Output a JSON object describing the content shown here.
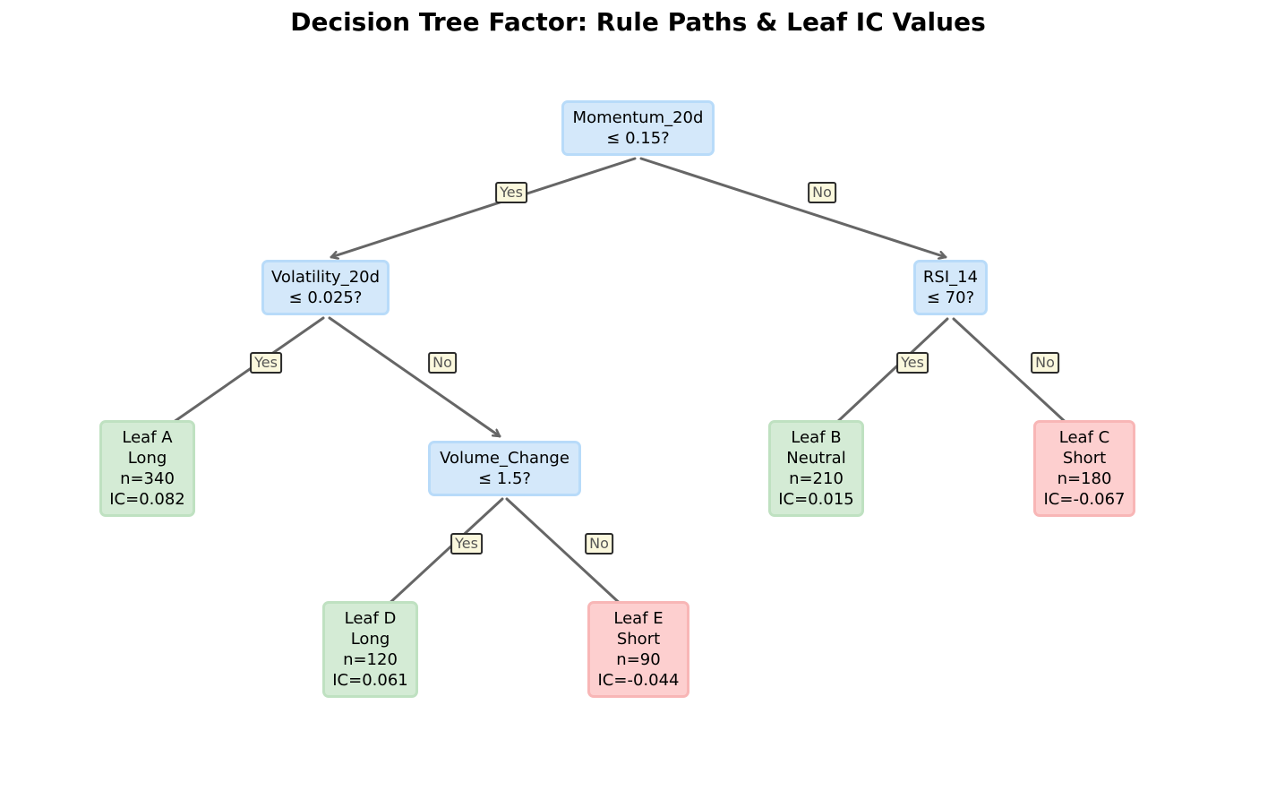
{
  "title": "Decision Tree Factor: Rule Paths & Leaf IC Values",
  "colors": {
    "decision_fill": "#d4e8fa",
    "decision_border": "#b8dbf9",
    "long_fill": "#d4ebd5",
    "short_fill": "#fdcfcf",
    "arrow": "#666666",
    "edge_label_fill": "#fbf8dd"
  },
  "nodes": {
    "root": {
      "line1": "Momentum_20d",
      "line2": "≤ 0.15?"
    },
    "volatility": {
      "line1": "Volatility_20d",
      "line2": "≤ 0.025?"
    },
    "rsi": {
      "line1": "RSI_14",
      "line2": "≤ 70?"
    },
    "volume": {
      "line1": "Volume_Change",
      "line2": "≤ 1.5?"
    },
    "leaf_a": {
      "name": "Leaf A",
      "signal": "Long",
      "n": "n=340",
      "ic": "IC=0.082"
    },
    "leaf_b": {
      "name": "Leaf B",
      "signal": "Neutral",
      "n": "n=210",
      "ic": "IC=0.015"
    },
    "leaf_c": {
      "name": "Leaf C",
      "signal": "Short",
      "n": "n=180",
      "ic": "IC=-0.067"
    },
    "leaf_d": {
      "name": "Leaf D",
      "signal": "Long",
      "n": "n=120",
      "ic": "IC=0.061"
    },
    "leaf_e": {
      "name": "Leaf E",
      "signal": "Short",
      "n": "n=90",
      "ic": "IC=-0.044"
    }
  },
  "edge_labels": {
    "root_volatility": "Yes",
    "root_rsi": "No",
    "volatility_leaf_a": "Yes",
    "volatility_volume": "No",
    "rsi_leaf_b": "Yes",
    "rsi_leaf_c": "No",
    "volume_leaf_d": "Yes",
    "volume_leaf_e": "No"
  }
}
